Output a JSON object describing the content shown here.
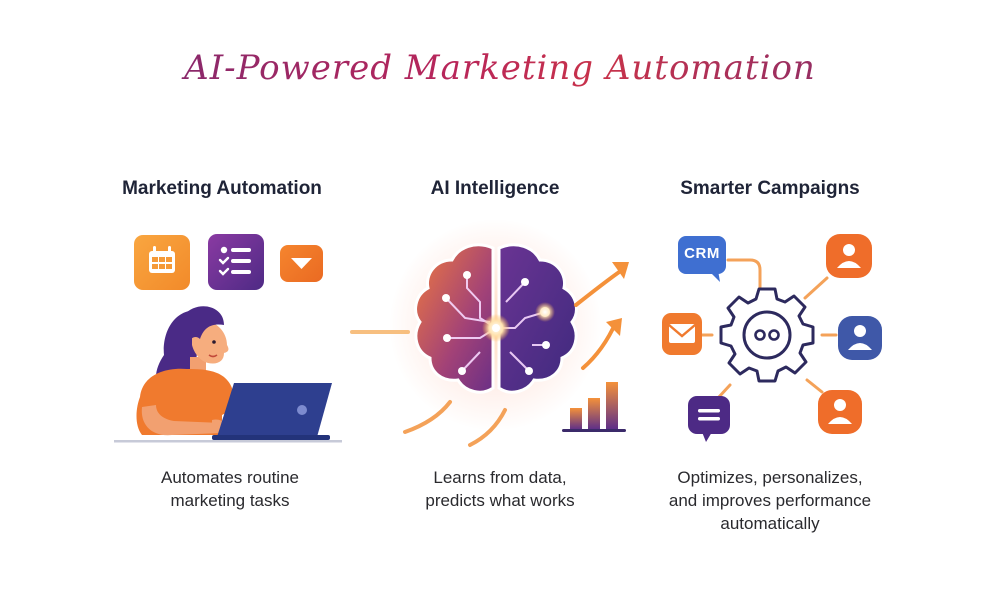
{
  "title": "AI-Powered Marketing Automation",
  "columns": [
    {
      "heading": "Marketing Automation",
      "caption_lines": [
        "Automates routine",
        "marketing tasks"
      ],
      "icons": [
        "calendar-icon",
        "checklist-icon",
        "envelope-icon",
        "person-at-laptop-illustration"
      ]
    },
    {
      "heading": "AI Intelligence",
      "caption_lines": [
        "Learns from data,",
        "predicts what works"
      ],
      "icons": [
        "circuit-brain-icon",
        "growth-arrow-icon",
        "bar-chart-icon"
      ]
    },
    {
      "heading": "Smarter Campaigns",
      "caption_lines": [
        "Optimizes, personalizes,",
        "and improves performance",
        "automatically"
      ],
      "icons": [
        "crm-bubble-icon",
        "envelope-icon",
        "gear-bot-icon",
        "user-avatar-icon",
        "chat-bubble-icon"
      ],
      "crm_label": "CRM"
    }
  ],
  "colors": {
    "orange": "#f07a2e",
    "orange_light": "#f6a03b",
    "purple": "#5b2d8a",
    "navy": "#2d2a5e",
    "blue": "#3f58a8",
    "crm_blue": "#3f6fd1",
    "heading": "#1f2437",
    "title_magenta": "#b8265a"
  }
}
